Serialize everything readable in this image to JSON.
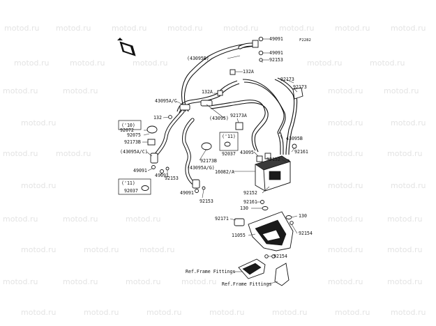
{
  "diagram_code": "F2282",
  "watermark": "motod.ru",
  "refs": {
    "ref_frame_fittings_1": "Ref.Frame Fittings",
    "ref_frame_fittings_2": "Ref.Frame Fittings"
  },
  "notes": {
    "note_10": "('10)",
    "note_11a": "('11)",
    "note_11b": "('11)"
  },
  "part_labels": {
    "p49091_top": "49091",
    "p49091_b": "49091",
    "p92153_top": "92153",
    "p43095B_top": "(43095B)",
    "p132A_1": "132A",
    "p92173_r": "92173",
    "p92173": "92173",
    "p132A_2": "132A",
    "p43095AC_top": "43095A/C",
    "p43095": "(43095)",
    "p92173A": "92173A",
    "p132": "132",
    "p92072": "92072",
    "p92075": "92075",
    "p92173B_l": "92173B",
    "p43095AC_l": "(43095A/C)",
    "p49091_l": "49091",
    "p49091_l2": "49091",
    "p92153_l": "92153",
    "p92037_a": "92037",
    "p92173B_c": "92173B",
    "p43095AG": "(43095A/G)",
    "p49091_c": "49091",
    "p92153_c": "92153",
    "p92037_b": "92037",
    "p43095_c": "43095",
    "p43095B_r": "43095B",
    "p92161_r": "92161",
    "p92152_r": "92152",
    "p16082A": "16082/A",
    "p92152_c": "92152",
    "p92161_c": "92161",
    "p130_l": "130",
    "p130_r": "130",
    "p92171": "92171",
    "p92154_r": "92154",
    "p11055": "11055",
    "p92154_b": "92154"
  }
}
